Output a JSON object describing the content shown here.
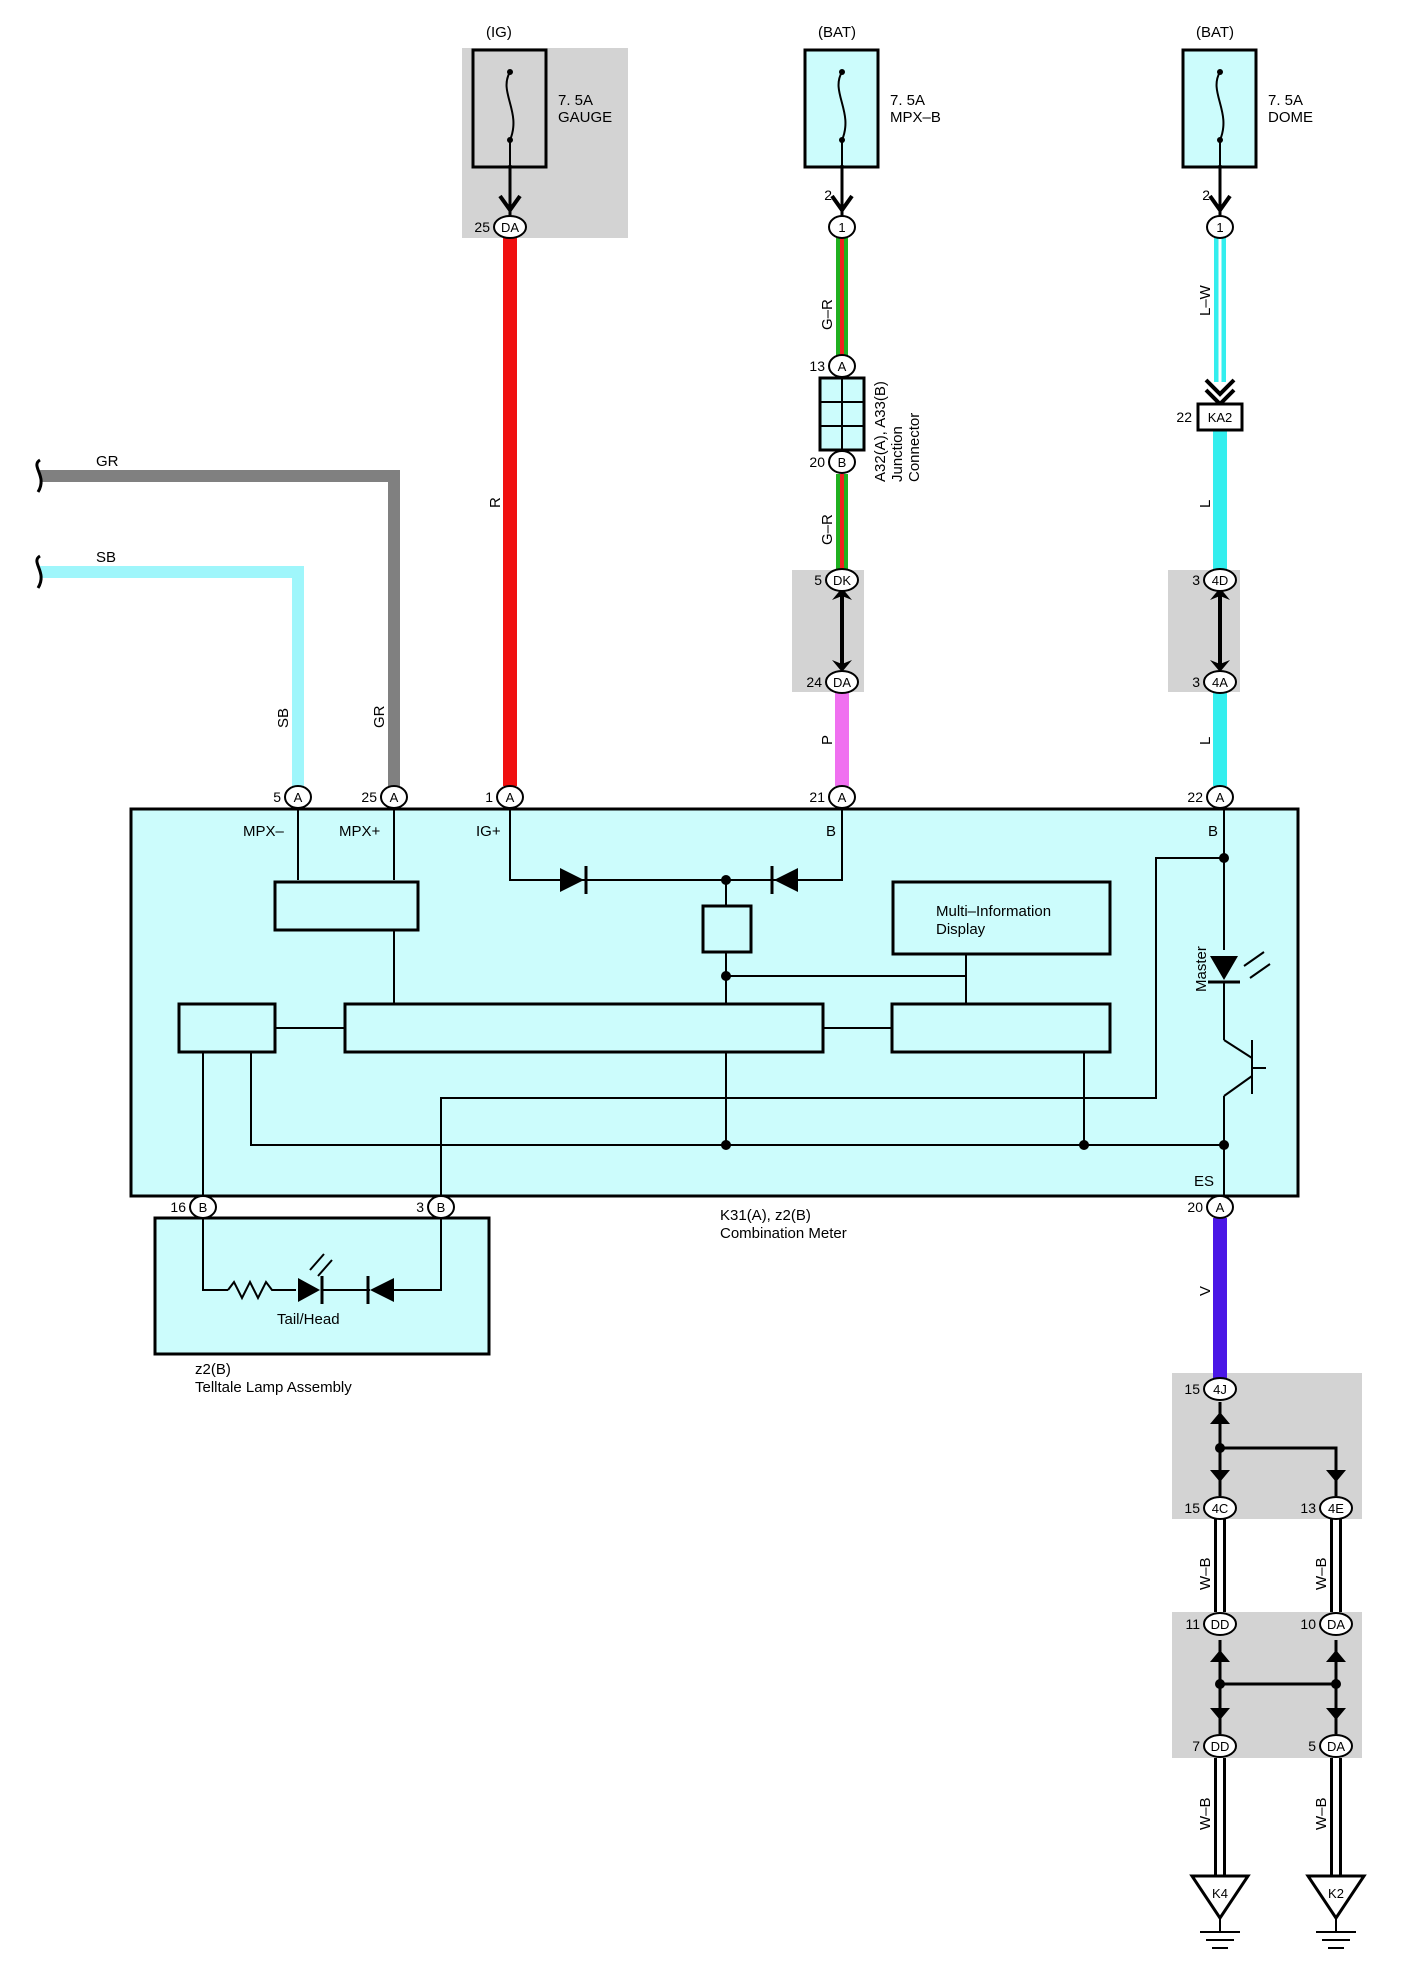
{
  "fuses": [
    {
      "source": "(IG)",
      "rating": "7. 5A",
      "name": "GAUGE"
    },
    {
      "source": "(BAT)",
      "rating": "7. 5A",
      "name": "MPX–B"
    },
    {
      "source": "(BAT)",
      "rating": "7. 5A",
      "name": "DOME"
    }
  ],
  "wires": {
    "r": "R",
    "gr_top": "G–R",
    "gr_bot": "G–R",
    "p": "P",
    "lw": "L–W",
    "l1": "L",
    "l2": "L",
    "gr_h": "GR",
    "sb_h": "SB",
    "gr_v": "GR",
    "sb_v": "SB",
    "v": "V",
    "wb1": "W–B",
    "wb2": "W–B",
    "wb3": "W–B",
    "wb4": "W–B"
  },
  "colors": {
    "red": "#f01010",
    "green": "#20b020",
    "cyan": "#33eeee",
    "lightcyan": "#9ff6fb",
    "gray": "#808080",
    "pink": "#f070f0",
    "violet": "#4a16e6"
  },
  "connectors": {
    "f1": "DA",
    "f1pin": "25",
    "f2": "1",
    "f2pin": "2",
    "f3": "1",
    "f3pin": "2",
    "ja": "A",
    "japin": "13",
    "jb": "B",
    "jbpin": "20",
    "ka2": "KA2",
    "ka2pin": "22",
    "dk": "DK",
    "dkpin": "5",
    "da1": "DA",
    "da1pin": "24",
    "4d": "4D",
    "4dpin": "3",
    "4a": "4A",
    "4apin": "3",
    "m1": "A",
    "m1pin": "5",
    "m2": "A",
    "m2pin": "25",
    "m3": "A",
    "m3pin": "1",
    "m4": "A",
    "m4pin": "21",
    "m5": "A",
    "m5pin": "22",
    "m6": "A",
    "m6pin": "20",
    "b16": "B",
    "b16pin": "16",
    "b3": "B",
    "b3pin": "3",
    "4j": "4J",
    "4jpin": "15",
    "4c": "4C",
    "4cpin": "15",
    "4e": "4E",
    "4epin": "13",
    "dd1": "DD",
    "dd1pin": "11",
    "da2": "DA",
    "da2pin": "10",
    "dd2": "DD",
    "dd2pin": "7",
    "da3": "DA",
    "da3pin": "5"
  },
  "junction": {
    "line1": "A32(A), A33(B)",
    "line2": "Junction",
    "line3": "Connector"
  },
  "meter": {
    "mpx_minus": "MPX–",
    "mpx_plus": "MPX+",
    "ig_plus": "IG+",
    "b1": "B",
    "b2": "B",
    "es": "ES",
    "mid_line1": "Multi–Information",
    "mid_line2": "Display",
    "master": "Master",
    "ref": "K31(A), z2(B)",
    "name": "Combination Meter"
  },
  "telltale": {
    "lamp": "Tail/Head",
    "ref": "z2(B)",
    "name": "Telltale Lamp Assembly"
  },
  "grounds": [
    "K4",
    "K2"
  ]
}
